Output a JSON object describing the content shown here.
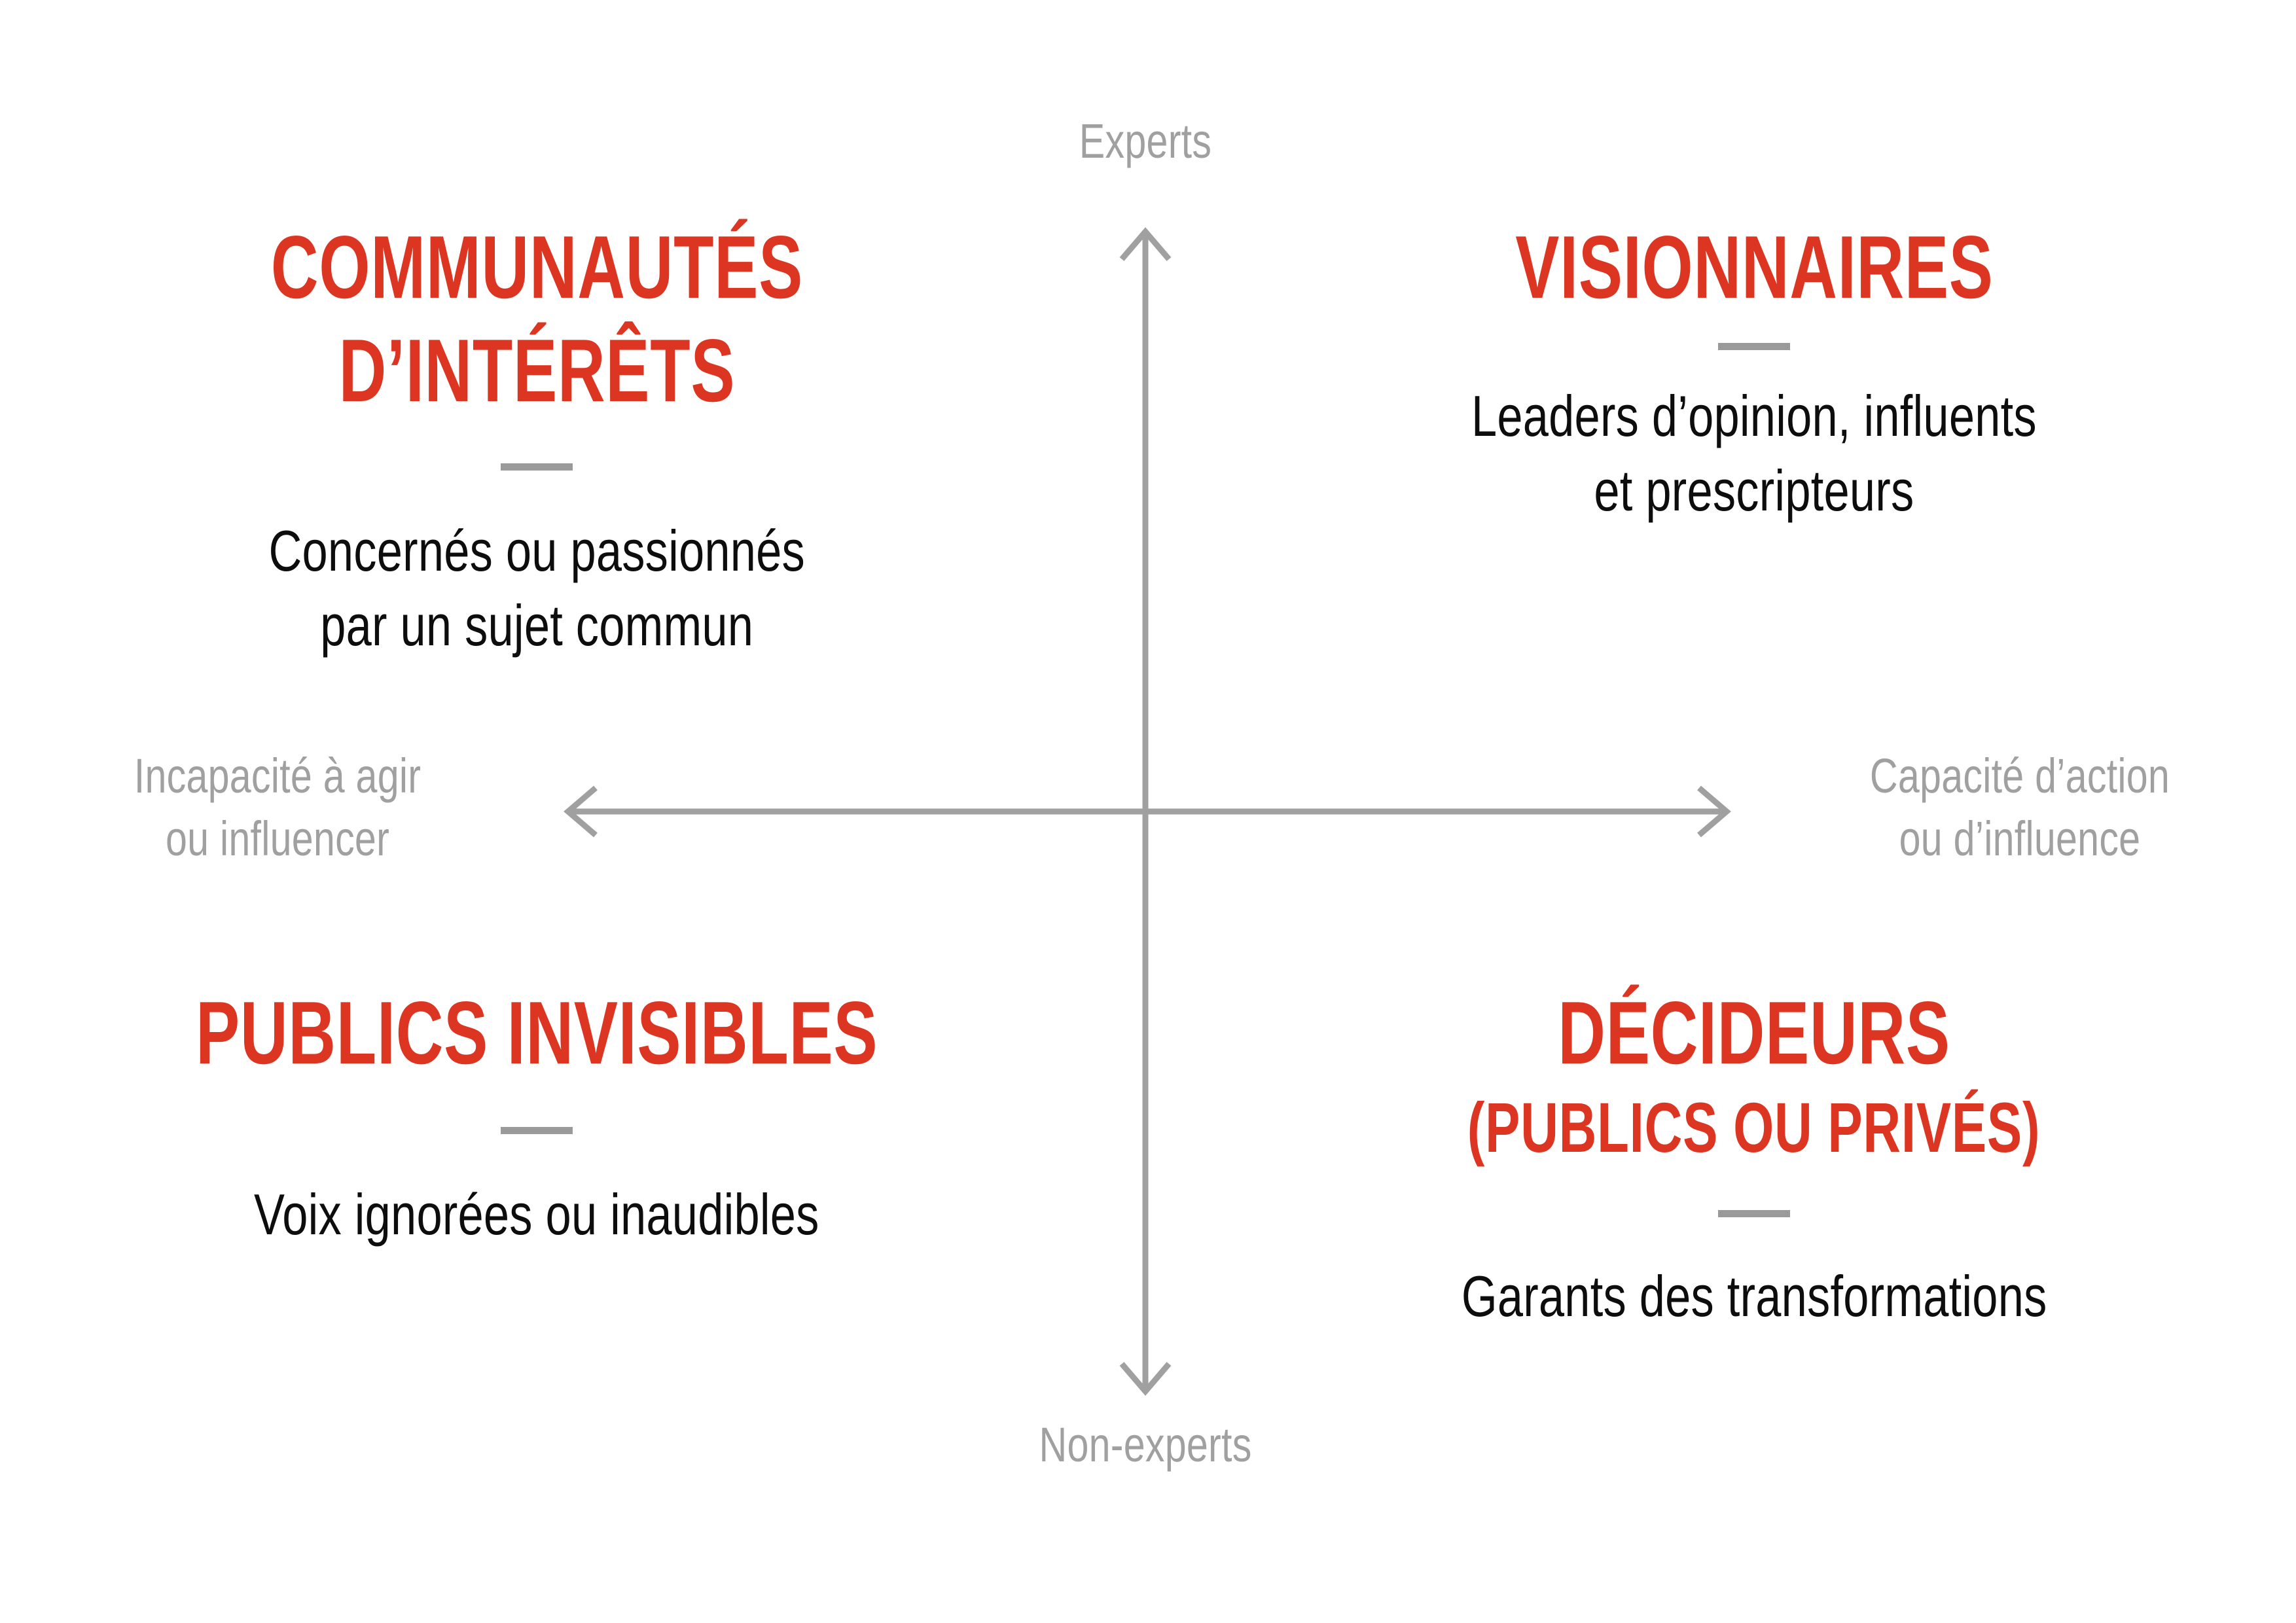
{
  "chart_data": {
    "type": "scatter",
    "title": "",
    "subtitle": "",
    "xlabel": "Capacité d’action ou d’influence",
    "ylabel": "Experts / Non-experts",
    "grid": false,
    "legend_position": "none",
    "axes": {
      "vertical": {
        "top_label": "Experts",
        "bottom_label": "Non-experts",
        "color": "#a0a0a0",
        "arrow_both_ends": true
      },
      "horizontal": {
        "left_label": "Incapacité à agir\nou influencer",
        "right_label": "Capacité d’action\nou d’influence",
        "color": "#a0a0a0",
        "arrow_both_ends": true
      }
    },
    "quadrants": [
      {
        "id": "communautes-d-interets",
        "position": "top-left",
        "x": "low",
        "y": "high",
        "title": "COMMUNAUTÉS\nD’INTÉRÊTS",
        "description": "Concernés ou passionnés\npar un sujet commun",
        "title_color": "#dc3522",
        "description_color": "#0d0d0d"
      },
      {
        "id": "visionnaires",
        "position": "top-right",
        "x": "high",
        "y": "high",
        "title": "VISIONNAIRES",
        "description": "Leaders d’opinion, influents\net prescripteurs",
        "title_color": "#dc3522",
        "description_color": "#0d0d0d"
      },
      {
        "id": "publics-invisibles",
        "position": "bottom-left",
        "x": "low",
        "y": "low",
        "title": "PUBLICS INVISIBLES",
        "description": "Voix ignorées ou inaudibles",
        "title_color": "#dc3522",
        "description_color": "#0d0d0d"
      },
      {
        "id": "decideurs",
        "position": "bottom-right",
        "x": "high",
        "y": "low",
        "title": "DÉCIDEURS",
        "title_line2": "(PUBLICS OU PRIVÉS)",
        "description": "Garants des transformations",
        "title_color": "#dc3522",
        "description_color": "#0d0d0d"
      }
    ]
  },
  "axis": {
    "top_label": "Experts",
    "bottom_label": "Non-experts",
    "left_label": "Incapacité à agir\nou influencer",
    "right_label": "Capacité d’action\nou d’influence"
  },
  "quadrants": {
    "top_left": {
      "title": "COMMUNAUTÉS\nD’INTÉRÊTS",
      "description": "Concernés ou passionnés\npar un sujet commun"
    },
    "top_right": {
      "title": "VISIONNAIRES",
      "description": "Leaders d’opinion, influents\net prescripteurs"
    },
    "bottom_left": {
      "title": "PUBLICS INVISIBLES",
      "description": "Voix ignorées ou inaudibles"
    },
    "bottom_right": {
      "title": "DÉCIDEURS",
      "title_line2": "(PUBLICS OU PRIVÉS)",
      "description": "Garants des transformations"
    }
  },
  "colors": {
    "accent_red": "#dc3522",
    "axis_gray": "#a0a0a0",
    "divider_gray": "#9a9a9a",
    "text_black": "#0d0d0d",
    "background": "#ffffff"
  }
}
